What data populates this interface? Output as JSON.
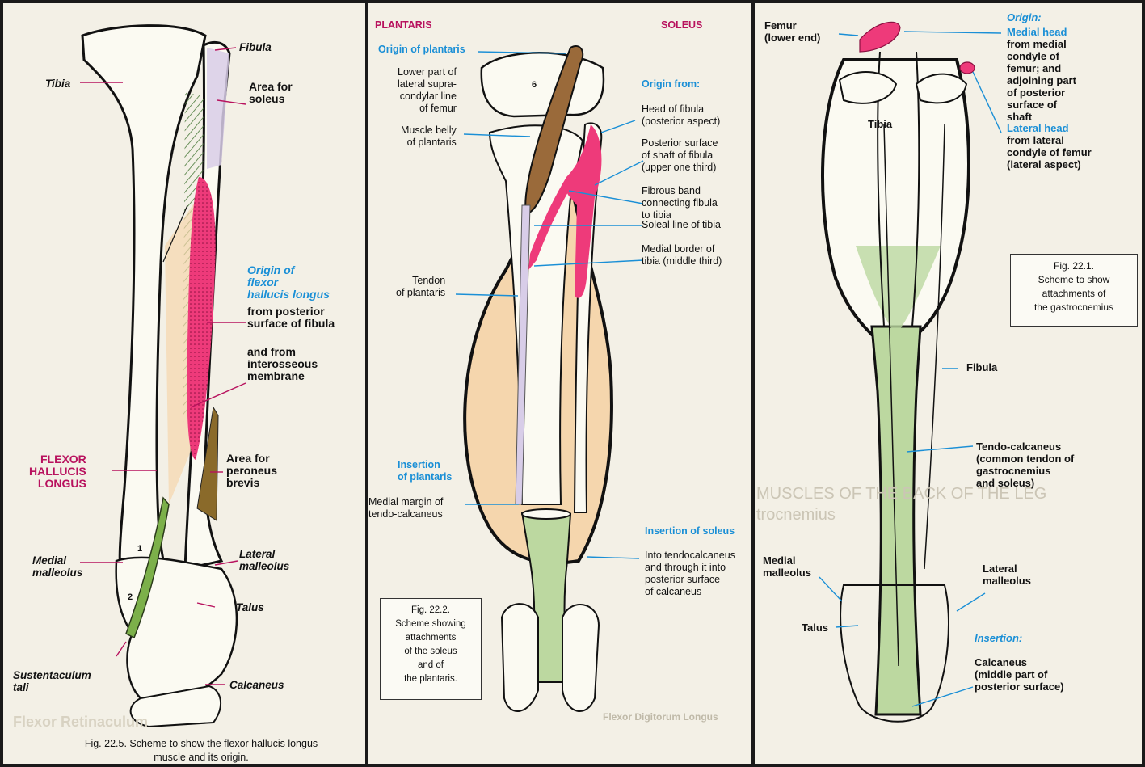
{
  "colors": {
    "bone_fill": "#fbfaf2",
    "outline": "#111111",
    "pink": "#ee3a7a",
    "muscle": "#f5d6ad",
    "tendon": "#bcd8a0",
    "plantaris": "#9a6a3a",
    "lavender": "#d8cde8",
    "label_blue": "#1a8fd6",
    "label_magenta": "#b8125e",
    "peroneus": "#8a6a2a"
  },
  "panel1": {
    "labels": {
      "fibula": "Fibula",
      "tibia": "Tibia",
      "area_soleus": "Area for\nsoleus",
      "origin_fhl": "Origin of\nflexor\nhallucis longus",
      "from_posterior": "from posterior\nsurface of fibula",
      "interosseous": "and from\ninterosseous\nmembrane",
      "fhl": "FLEXOR\nHALLUCIS\nLONGUS",
      "peroneus": "Area for\nperoneus\nbrevis",
      "medial_malleolus": "Medial\nmalleolus",
      "lateral_malleolus": "Lateral\nmalleolus",
      "talus": "Talus",
      "sustentaculum": "Sustentaculum\ntali",
      "calcaneus": "Calcaneus",
      "num1": "1",
      "num2": "2"
    },
    "caption": "Fig. 22.5. Scheme to show the flexor hallucis longus\nmuscle and its origin.",
    "ghost": "Flexor Retinaculum"
  },
  "panel2": {
    "labels": {
      "plantaris": "PLANTARIS",
      "soleus": "SOLEUS",
      "origin_plantaris": "Origin of plantaris",
      "lower_part": "Lower part of\nlateral supra-\ncondylar line\nof femur",
      "muscle_belly": "Muscle belly\nof plantaris",
      "origin_from": "Origin from:",
      "head_fibula": "Head of fibula\n(posterior aspect)",
      "posterior_shaft": "Posterior surface\nof shaft of fibula\n(upper one third)",
      "fibrous_band": "Fibrous band\nconnecting fibula\nto tibia",
      "soleal_line": "Soleal line of tibia",
      "medial_border": "Medial border of\ntibia (middle third)",
      "tendon_plantaris": "Tendon\nof plantaris",
      "insertion_plantaris": "Insertion\nof plantaris",
      "medial_margin": "Medial margin of\ntendo-calcaneus",
      "insertion_soleus": "Insertion of soleus",
      "into_tendo": "Into tendocalcaneus\nand through it into\nposterior surface\nof calcaneus",
      "num6": "6"
    },
    "caption": "Fig. 22.2.\nScheme showing\nattachments\nof the soleus\nand of\nthe plantaris.",
    "ghost": "Flexor Digitorum Longus"
  },
  "panel3": {
    "labels": {
      "femur": "Femur\n(lower end)",
      "origin": "Origin:",
      "medial_head": "Medial head",
      "medial_head_desc": "from medial\ncondyle of\nfemur; and\nadjoining part\nof posterior\nsurface of\nshaft",
      "lateral_head": "Lateral head",
      "lateral_head_desc": "from lateral\ncondyle of femur\n(lateral aspect)",
      "tibia": "Tibia",
      "fibula": "Fibula",
      "tendo": "Tendo-calcaneus\n(common tendon of\ngastrocnemius\nand soleus)",
      "medial_malleolus": "Medial\nmalleolus",
      "lateral_malleolus": "Lateral\nmalleolus",
      "talus": "Talus",
      "insertion": "Insertion:",
      "calcaneus": "Calcaneus\n(middle part of\nposterior surface)"
    },
    "caption": "Fig. 22.1.\nScheme to show\nattachments of\nthe gastrocnemius",
    "ghost": "MUSCLES OF THE BACK OF THE LEG\ntrocnemius"
  }
}
